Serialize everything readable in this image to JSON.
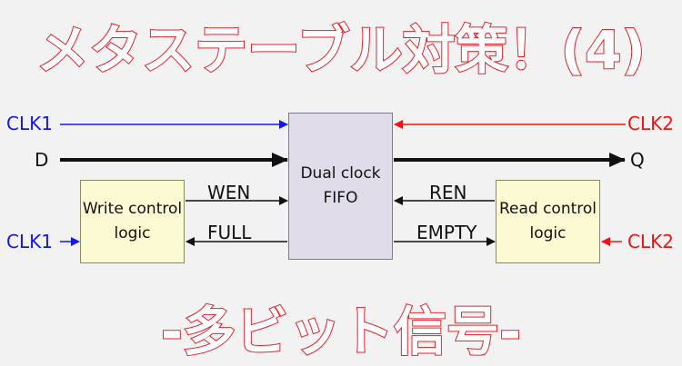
{
  "title": "メタステーブル対策！(4)",
  "subtitle": "-多ビット信号-",
  "blocks": {
    "fifo_line1": "Dual clock",
    "fifo_line2": "FIFO",
    "write_line1": "Write control",
    "write_line2": "logic",
    "read_line1": "Read control",
    "read_line2": "logic"
  },
  "signals": {
    "clk1_top": "CLK1",
    "clk2_top": "CLK2",
    "d": "D",
    "q": "Q",
    "wen": "WEN",
    "full": "FULL",
    "ren": "REN",
    "empty": "EMPTY",
    "clk1_bottom": "CLK1",
    "clk2_bottom": "CLK2"
  },
  "colors": {
    "clk1": "#1515ee",
    "clk2": "#ee1515",
    "title_outline": "#e8202a"
  }
}
